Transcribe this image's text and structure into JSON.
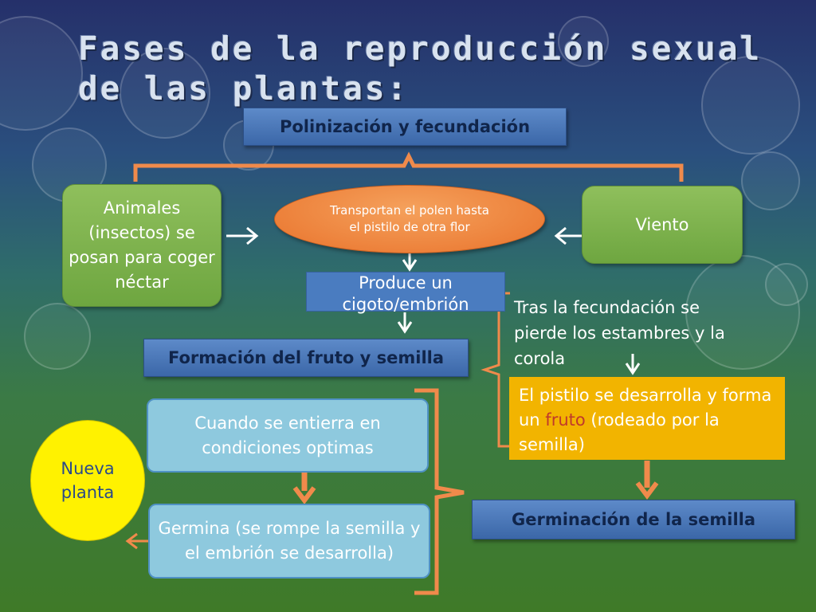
{
  "slide": {
    "title_line1": "Fases de la reproducción sexual",
    "title_line2": "de las plantas:"
  },
  "headers": {
    "polinizacion": "Polinización y fecundación",
    "formacion": "Formación del fruto y semilla",
    "germinacion": "Germinación de la semilla"
  },
  "nodes": {
    "animales": "Animales (insectos) se posan para coger néctar",
    "transportan": "Transportan el polen hasta el pistilo de otra flor",
    "viento": "Viento",
    "produce": "Produce un cigoto/embrión",
    "tras": "Tras la fecundación se pierde los estambres y la corola",
    "pistilo_before": "El pistilo se desarrolla y forma un ",
    "pistilo_highlight": "fruto",
    "pistilo_after": " (rodeado por la semilla)",
    "cuando": "Cuando se entierra en condiciones optimas",
    "germina": "Germina (se rompe la semilla y el embrión se desarrolla)",
    "nueva": "Nueva planta"
  },
  "colors": {
    "header_blue": "#4a78bd",
    "green_box": "#7db04c",
    "orange_oval": "#ef8a3a",
    "orange_box": "#f2b400",
    "highlight_red": "#c0392b",
    "light_blue_box": "#8ec9de",
    "yellow_circle": "#fff200",
    "connector_orange": "#f08a4b"
  }
}
